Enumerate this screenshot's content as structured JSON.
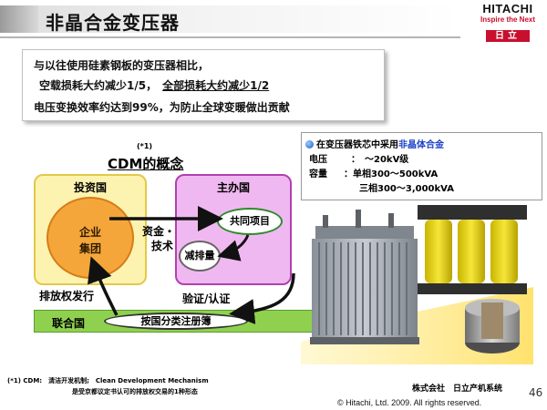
{
  "header": {
    "title": "非晶合金变压器",
    "logo_word": "HITACHI",
    "logo_tagline": "Inspire the Next",
    "logo_kanji": "日立"
  },
  "summary": {
    "line1": "与以往使用硅素钢板的变压器相比，",
    "line2": "空载损耗大约减少1/5，",
    "line2_underlined": "全部损耗大约减少1/2",
    "line3": "电压变换效率约达到99%，为防止全球变暖做出贡献"
  },
  "cdm": {
    "note_mark": "(*1)",
    "title": "CDM的概念",
    "investor_country": "投资国",
    "firm": [
      "企业",
      "集团"
    ],
    "host_country": "主办国",
    "joint_project": "共同项目",
    "reduction": "减排量",
    "funds_label": "资金・",
    "tech_label": "技术",
    "emission_rights": "排放权发行",
    "verify_label": "验证/认证",
    "un": "联合国",
    "registry": "按国分类注册簿"
  },
  "product": {
    "heading_prefix": "在变压器铁芯中采用",
    "heading_em": "非晶体合金",
    "voltage_label": "电压",
    "voltage_value": "：　～20kV级",
    "capacity_label": "容量",
    "capacity_value1": "：单相300～500kVA",
    "capacity_value2": "三相300～3,000kVA",
    "accent_color": "#1a3fc7"
  },
  "footer": {
    "footnote_line1": "(*1) CDM:　清洁开发机制;　Clean Development Mechanism",
    "footnote_line2": "是受京都议定书认可的排放权交易的1种形态",
    "company": "株式会社　日立产机系统",
    "page_number": "46",
    "copyright": "© Hitachi, Ltd. 2009. All rights reserved."
  }
}
